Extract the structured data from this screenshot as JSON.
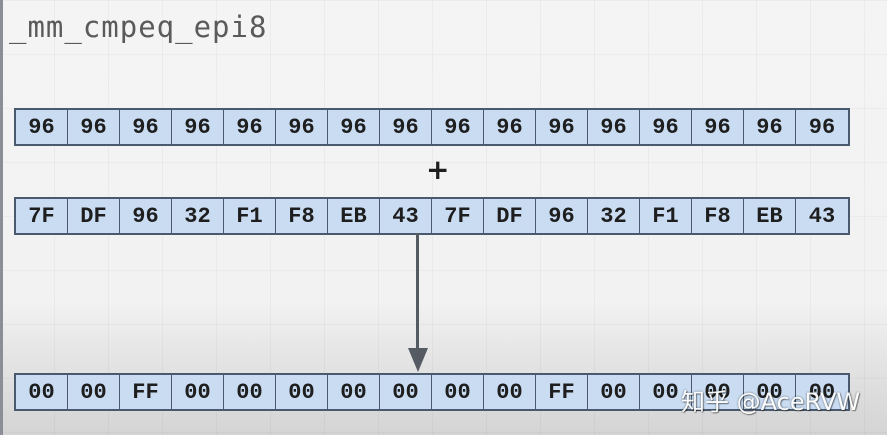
{
  "title": "_mm_cmpeq_epi8",
  "operator": "+",
  "row_a": [
    "96",
    "96",
    "96",
    "96",
    "96",
    "96",
    "96",
    "96",
    "96",
    "96",
    "96",
    "96",
    "96",
    "96",
    "96",
    "96"
  ],
  "row_b": [
    "7F",
    "DF",
    "96",
    "32",
    "F1",
    "F8",
    "EB",
    "43",
    "7F",
    "DF",
    "96",
    "32",
    "F1",
    "F8",
    "EB",
    "43"
  ],
  "row_c": [
    "00",
    "00",
    "FF",
    "00",
    "00",
    "00",
    "00",
    "00",
    "00",
    "00",
    "FF",
    "00",
    "00",
    "00",
    "00",
    "00"
  ],
  "watermark": "知乎 @AceRVW",
  "colors": {
    "cell_fill": "#c9dcf2",
    "cell_border": "#4a5a6e",
    "arrow": "#555b63",
    "title": "#5a5a5a"
  }
}
